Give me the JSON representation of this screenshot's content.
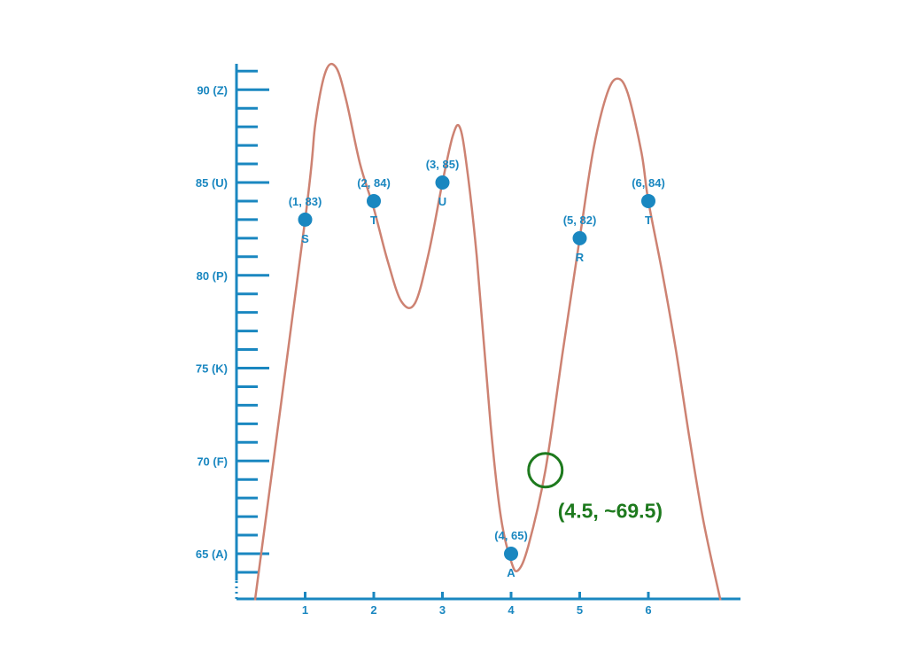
{
  "chart_data": {
    "type": "line",
    "title": "",
    "xlabel": "",
    "ylabel": "",
    "xlim": [
      0,
      7.1
    ],
    "ylim": [
      62.5,
      92.5
    ],
    "x_ticks": [
      1,
      2,
      3,
      4,
      5,
      6
    ],
    "y_ticks": [
      {
        "value": 65,
        "label": "65 (A)"
      },
      {
        "value": 70,
        "label": "70 (F)"
      },
      {
        "value": 75,
        "label": "75 (K)"
      },
      {
        "value": 80,
        "label": "80 (P)"
      },
      {
        "value": 85,
        "label": "85 (U)"
      },
      {
        "value": 90,
        "label": "90 (Z)"
      }
    ],
    "y_minor_step": 1,
    "axis_break": true,
    "points": [
      {
        "x": 1,
        "y": 83,
        "coord_label": "(1, 83)",
        "letter": "S"
      },
      {
        "x": 2,
        "y": 84,
        "coord_label": "(2, 84)",
        "letter": "T"
      },
      {
        "x": 3,
        "y": 85,
        "coord_label": "(3, 85)",
        "letter": "U"
      },
      {
        "x": 4,
        "y": 65,
        "coord_label": "(4, 65)",
        "letter": "A"
      },
      {
        "x": 5,
        "y": 82,
        "coord_label": "(5, 82)",
        "letter": "R"
      },
      {
        "x": 6,
        "y": 84,
        "coord_label": "(6, 84)",
        "letter": "T"
      }
    ],
    "curve": [
      [
        0.27,
        62.5
      ],
      [
        1.0,
        83.0
      ],
      [
        1.15,
        88.2
      ],
      [
        1.3,
        91.0
      ],
      [
        1.45,
        91.2
      ],
      [
        1.6,
        89.4
      ],
      [
        1.8,
        86.0
      ],
      [
        2.0,
        83.6
      ],
      [
        2.2,
        80.8
      ],
      [
        2.4,
        78.6
      ],
      [
        2.6,
        78.5
      ],
      [
        2.8,
        81.2
      ],
      [
        3.0,
        85.0
      ],
      [
        3.15,
        87.5
      ],
      [
        3.25,
        88.0
      ],
      [
        3.35,
        86.0
      ],
      [
        3.5,
        81.0
      ],
      [
        3.7,
        72.0
      ],
      [
        3.85,
        67.0
      ],
      [
        4.0,
        64.6
      ],
      [
        4.1,
        64.1
      ],
      [
        4.25,
        65.4
      ],
      [
        4.5,
        69.5
      ],
      [
        4.75,
        75.8
      ],
      [
        5.0,
        82.0
      ],
      [
        5.2,
        86.8
      ],
      [
        5.4,
        89.8
      ],
      [
        5.55,
        90.6
      ],
      [
        5.7,
        89.8
      ],
      [
        5.9,
        86.6
      ],
      [
        6.0,
        84.0
      ],
      [
        6.2,
        80.2
      ],
      [
        6.4,
        76.0
      ],
      [
        6.6,
        71.2
      ],
      [
        6.8,
        66.8
      ],
      [
        7.05,
        62.5
      ]
    ],
    "annotation": {
      "x": 4.5,
      "y": 69.5,
      "text": "(4.5, ~69.5)"
    }
  }
}
